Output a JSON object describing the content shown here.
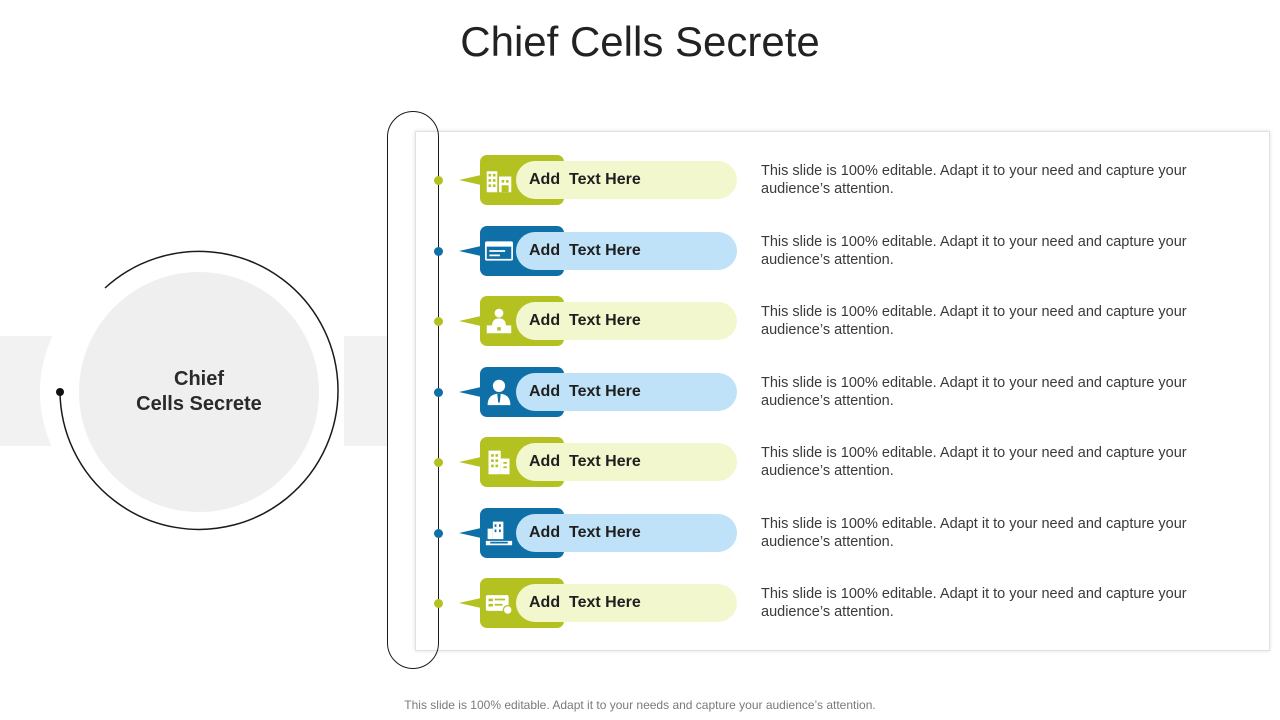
{
  "title": "Chief Cells Secrete",
  "center": {
    "line1": "Chief",
    "line2": "Cells  Secrete"
  },
  "colors": {
    "green": "#b3c221",
    "blue": "#0f70a8",
    "green_light": "#f3f7cd",
    "blue_light": "#bfe2f8"
  },
  "items": [
    {
      "label": "Add  Text Here",
      "desc": "This slide is 100% editable. Adapt it to your need and capture your audience’s attention.",
      "theme": "green",
      "icon": "building-icon"
    },
    {
      "label": "Add  Text Here",
      "desc": "This slide is 100% editable. Adapt it to your need and capture your audience’s attention.",
      "theme": "blue",
      "icon": "browser-window-icon"
    },
    {
      "label": "Add  Text Here",
      "desc": "This slide is 100% editable. Adapt it to your need and capture your audience’s attention.",
      "theme": "green",
      "icon": "executive-desk-icon"
    },
    {
      "label": "Add  Text Here",
      "desc": "This slide is 100% editable. Adapt it to your need and capture your audience’s attention.",
      "theme": "blue",
      "icon": "businessman-icon"
    },
    {
      "label": "Add  Text Here",
      "desc": "This slide is 100% editable. Adapt it to your need and capture your audience’s attention.",
      "theme": "green",
      "icon": "office-building-icon"
    },
    {
      "label": "Add  Text Here",
      "desc": "This slide is 100% editable. Adapt it to your need and capture your audience’s attention.",
      "theme": "blue",
      "icon": "headquarters-icon"
    },
    {
      "label": "Add  Text Here",
      "desc": "This slide is 100% editable. Adapt it to your need and capture your audience’s attention.",
      "theme": "green",
      "icon": "id-card-icon"
    }
  ],
  "footer": "This slide is 100% editable. Adapt it to your needs and capture your audience’s attention."
}
